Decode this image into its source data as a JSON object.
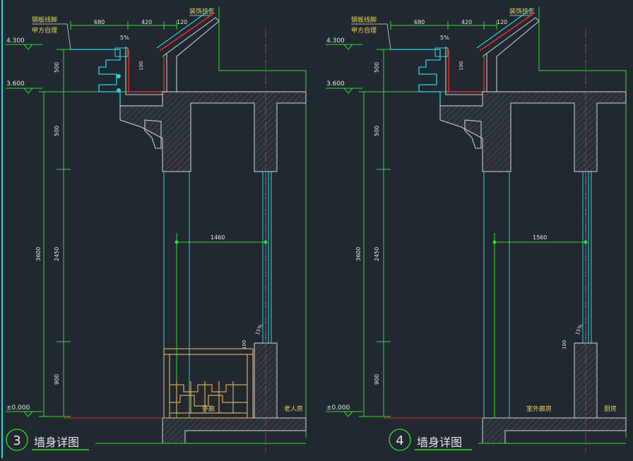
{
  "colors": {
    "background": "#212830",
    "wall_line": "#d9d9d9",
    "green_line": "#2ee02e",
    "cyan_line": "#2ad4e0",
    "red_line": "#e03030",
    "rail_line": "#d7a95e",
    "text": "#e8e8e8",
    "label_text": "#e0d45a"
  },
  "details": [
    {
      "number": "3",
      "title": "墙身详图",
      "levels": {
        "top": "4.300",
        "mid": "3.600",
        "ground": "±0.000"
      },
      "top_dims": [
        "680",
        "420",
        "120"
      ],
      "vertical_dims": [
        "500",
        "500",
        "2450",
        "900"
      ],
      "overall_dim": "3600",
      "labels": {
        "cornice": "钢板线脚",
        "roof_fill": "甲方自理",
        "tile": "装饰挂瓦",
        "slope": "5%",
        "gutter_h": "100",
        "sill_h": "100",
        "sill_slope": "15%"
      },
      "span_dim": "1460",
      "room_left": "外廊",
      "room_right": "老人房",
      "has_railing": true
    },
    {
      "number": "4",
      "title": "墙身详图",
      "levels": {
        "top": "4.300",
        "mid": "3.600",
        "ground": "±0.000"
      },
      "top_dims": [
        "680",
        "420",
        "120"
      ],
      "vertical_dims": [
        "500",
        "500",
        "2450",
        "900"
      ],
      "overall_dim": "3600",
      "labels": {
        "cornice": "钢板线脚",
        "roof_fill": "甲方自理",
        "tile": "装饰挂瓦",
        "slope": "5%",
        "gutter_h": "100",
        "sill_h": "100",
        "sill_slope": "15%"
      },
      "span_dim": "1560",
      "room_left": "室外廊房",
      "room_right": "厨房",
      "has_railing": false
    }
  ]
}
